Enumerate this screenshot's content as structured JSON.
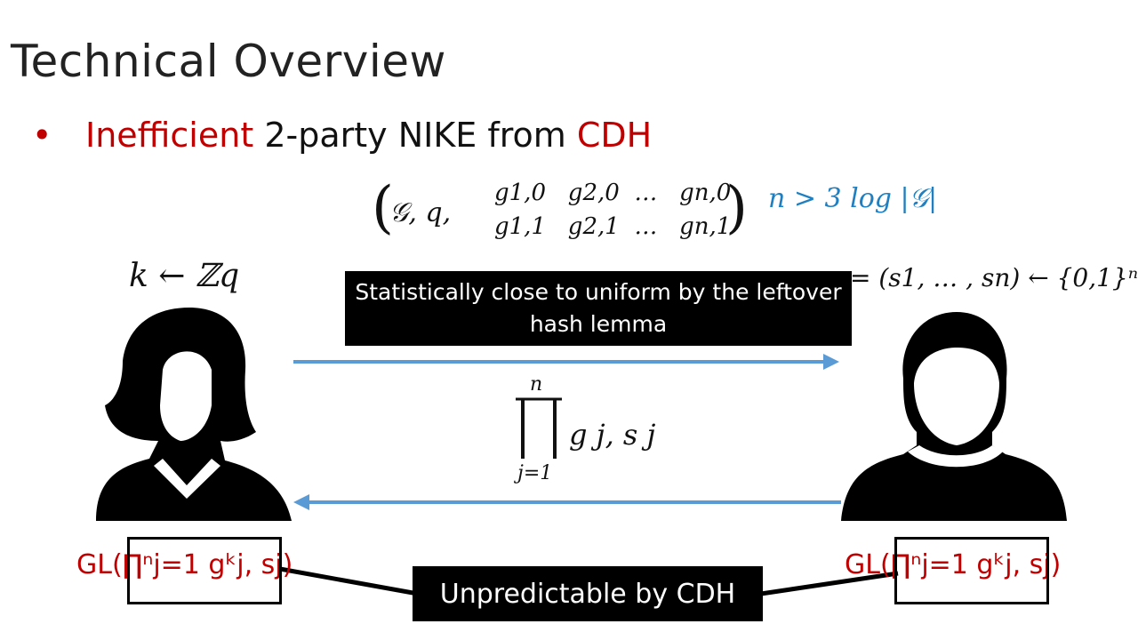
{
  "slide": {
    "title": "Technical Overview",
    "bullet": {
      "marker": "•",
      "word1": "Inefficient",
      "word2": " 2-party NIKE from ",
      "word3": "CDH"
    },
    "params": {
      "group": "𝒢, q,",
      "row0": [
        "g1,0",
        "g2,0",
        "…",
        "gn,0"
      ],
      "row1": [
        "g1,1",
        "g2,1",
        "…",
        "gn,1"
      ],
      "condition": "n > 3 log |𝒢|"
    },
    "left_sample": "k ← ℤq",
    "right_sample": "= (s1, … , sn) ← {0,1}ⁿ",
    "banner_top": "Statistically close to uniform by the leftover hash lemma",
    "message_product": {
      "upper": "n",
      "lower": "j=1",
      "body": "g j, s j"
    },
    "gl_left": "GL(∏ⁿj=1 gᵏj, sj)",
    "gl_right": "GL(∏ⁿj=1 gᵏj, sj)",
    "banner_bottom": "Unpredictable by CDH",
    "colors": {
      "red": "#c00000",
      "blue": "#1f7fc0",
      "arrow": "#5b9bd5",
      "banner_bg": "#000000"
    },
    "icons": [
      "woman-avatar-icon",
      "man-avatar-icon",
      "right-arrow-icon",
      "left-arrow-icon"
    ]
  }
}
